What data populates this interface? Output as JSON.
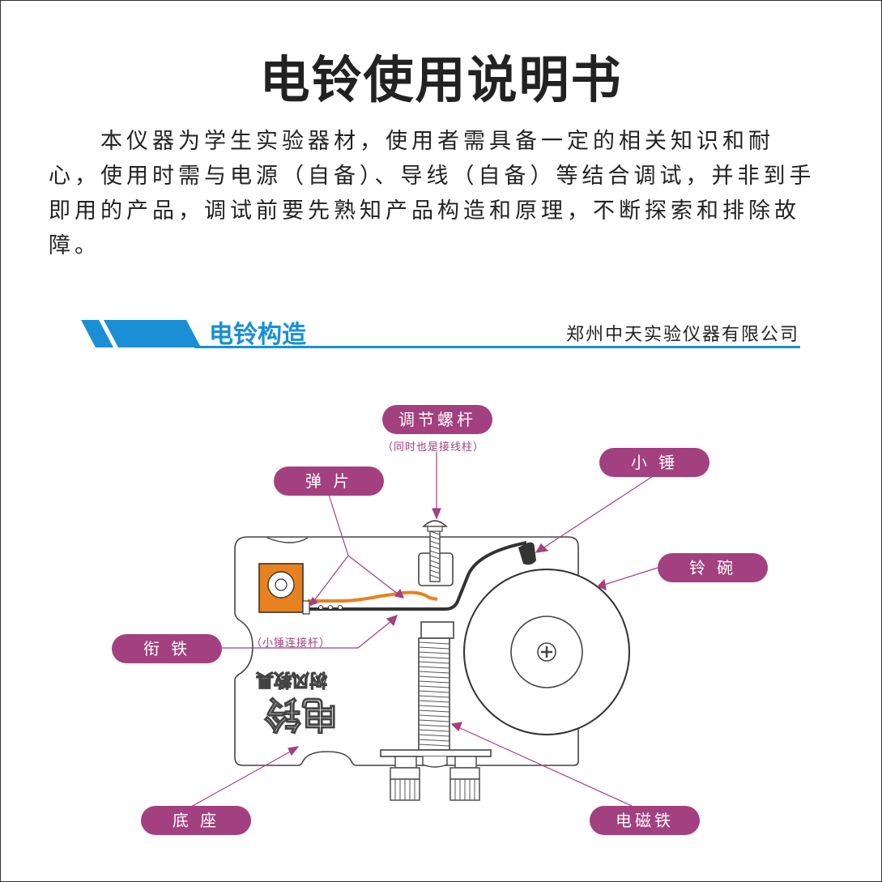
{
  "title": "电铃使用说明书",
  "intro": "本仪器为学生实验器材，使用者需具备一定的相关知识和耐心，使用时需与电源（自备）、导线（自备）等结合调试，并非到手即用的产品，调试前要先熟知产品构造和原理，不断探索和排除故障。",
  "section": {
    "title": "电铃构造",
    "company": "郑州中天实验仪器有限公司"
  },
  "labels": {
    "adjust_screw": "调节螺杆",
    "adjust_screw_note": "（同时也是接线柱）",
    "hammer": "小 锤",
    "spring": "弹 片",
    "bell": "铃 碗",
    "armature": "衔 铁",
    "armature_note": "（小锤连接杆）",
    "base": "底 座",
    "electromagnet": "电磁铁"
  },
  "base_engraving": {
    "name": "电铃",
    "brand": "树风教具"
  },
  "colors": {
    "accent_blue": "#1a8fd6",
    "label_purple": "#a3407f",
    "spring_orange": "#e8821e"
  }
}
